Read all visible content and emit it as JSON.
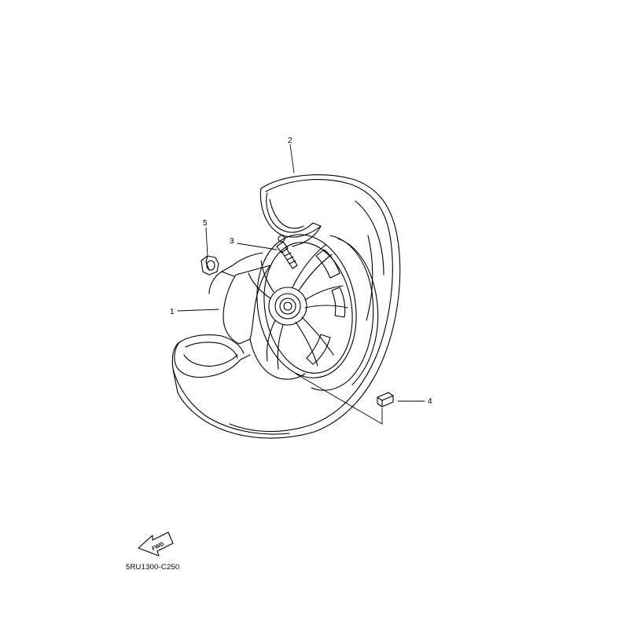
{
  "diagram": {
    "callouts": [
      {
        "number": "1",
        "part": "rim"
      },
      {
        "number": "2",
        "part": "tire"
      },
      {
        "number": "3",
        "part": "valve"
      },
      {
        "number": "4",
        "part": "balance weight"
      },
      {
        "number": "5",
        "part": "nut"
      }
    ],
    "fwd_arrow_label": "FWD",
    "drawing_code": "5RU1300-C250"
  }
}
